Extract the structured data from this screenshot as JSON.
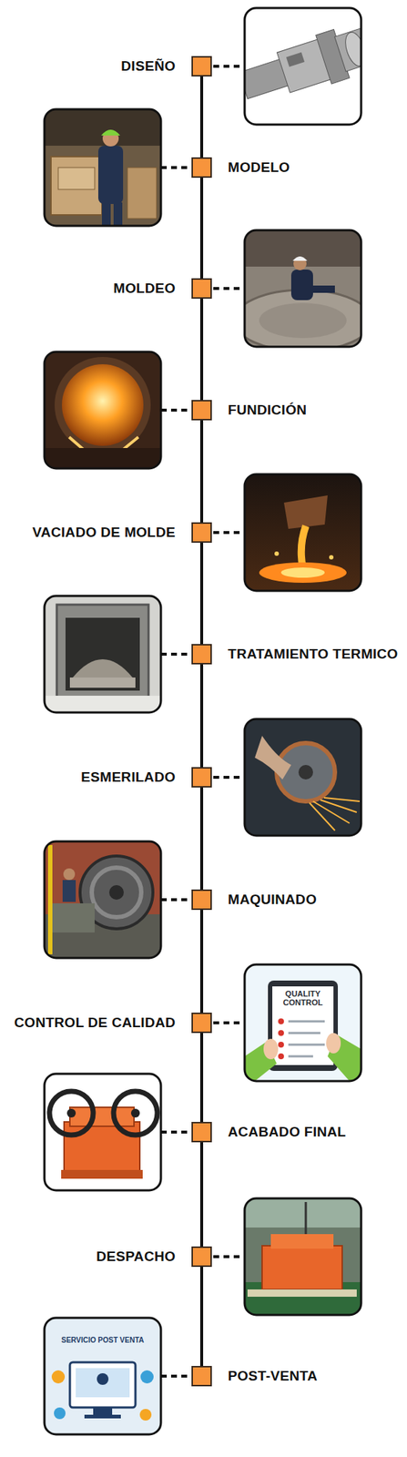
{
  "diagram": {
    "nodes": [
      {
        "text": [
          "DISEÑO"
        ]
      },
      {
        "text": [
          "MODELO"
        ]
      },
      {
        "text": [
          "MOLDEO"
        ]
      },
      {
        "text": [
          "FUNDICIÓN"
        ]
      },
      {
        "text": [
          "VACIADO DE MOLDE"
        ]
      },
      {
        "text": [
          "TRATAMIENTO TERMICO"
        ]
      },
      {
        "text": [
          "ESMERILADO"
        ]
      },
      {
        "text": [
          "MAQUINADO"
        ]
      },
      {
        "text": [
          "CONTROL DE CALIDAD"
        ]
      },
      {
        "text": [
          "ACABADO FINAL"
        ]
      },
      {
        "text": [
          "DESPACHO"
        ]
      },
      {
        "text": [
          "POST-VENTA"
        ]
      }
    ],
    "edges": [
      {
        "from": 0,
        "to": 1,
        "arrow": "none"
      },
      {
        "from": 1,
        "to": 2,
        "arrow": "none"
      },
      {
        "from": 2,
        "to": 3,
        "arrow": "none"
      },
      {
        "from": 3,
        "to": 4,
        "arrow": "none"
      },
      {
        "from": 4,
        "to": 5,
        "arrow": "none"
      },
      {
        "from": 5,
        "to": 6,
        "arrow": "none"
      },
      {
        "from": 6,
        "to": 7,
        "arrow": "none"
      },
      {
        "from": 7,
        "to": 8,
        "arrow": "none"
      },
      {
        "from": 8,
        "to": 9,
        "arrow": "none"
      },
      {
        "from": 9,
        "to": 10,
        "arrow": "none"
      },
      {
        "from": 10,
        "to": 11,
        "arrow": "none"
      }
    ],
    "labels": [
      "QUALITY CONTROL",
      "SERVICIO POST VENTA"
    ]
  }
}
